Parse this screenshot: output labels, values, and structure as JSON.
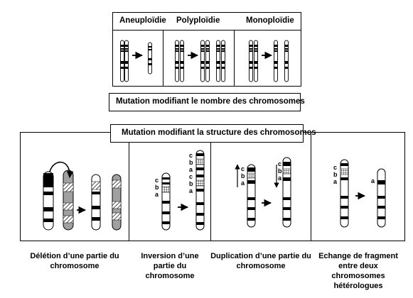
{
  "ploidy": {
    "headers": [
      "Aneuploïdie",
      "Polyploïdie",
      "Monoploïdie"
    ],
    "caption": "Mutation modifiant le nombre des chromosomes"
  },
  "structure": {
    "title": "Mutation modifiant la structure des chromosomes",
    "captions": [
      [
        "Délétion d’une partie du",
        "chromosome"
      ],
      [
        "Inversion d’une",
        "partie du",
        "chromosome"
      ],
      [
        "Duplication d’une partie du",
        "chromosome"
      ],
      [
        "Echange de fragment",
        "entre deux",
        "chromosomes",
        "hétérologues"
      ]
    ],
    "letters": {
      "inversion_left": [
        "c",
        "b",
        "a"
      ],
      "inversion_right": [
        "c",
        "b",
        "a",
        "c",
        "b",
        "a"
      ],
      "duplication_left": [
        "c",
        "b",
        "a"
      ],
      "duplication_right": [
        "c",
        "b",
        "a"
      ],
      "exchange_left": [
        "c",
        "b",
        "a"
      ],
      "exchange_right": [
        "a"
      ]
    }
  },
  "icons": [
    "arrow-right-icon",
    "curved-arrow-icon"
  ]
}
